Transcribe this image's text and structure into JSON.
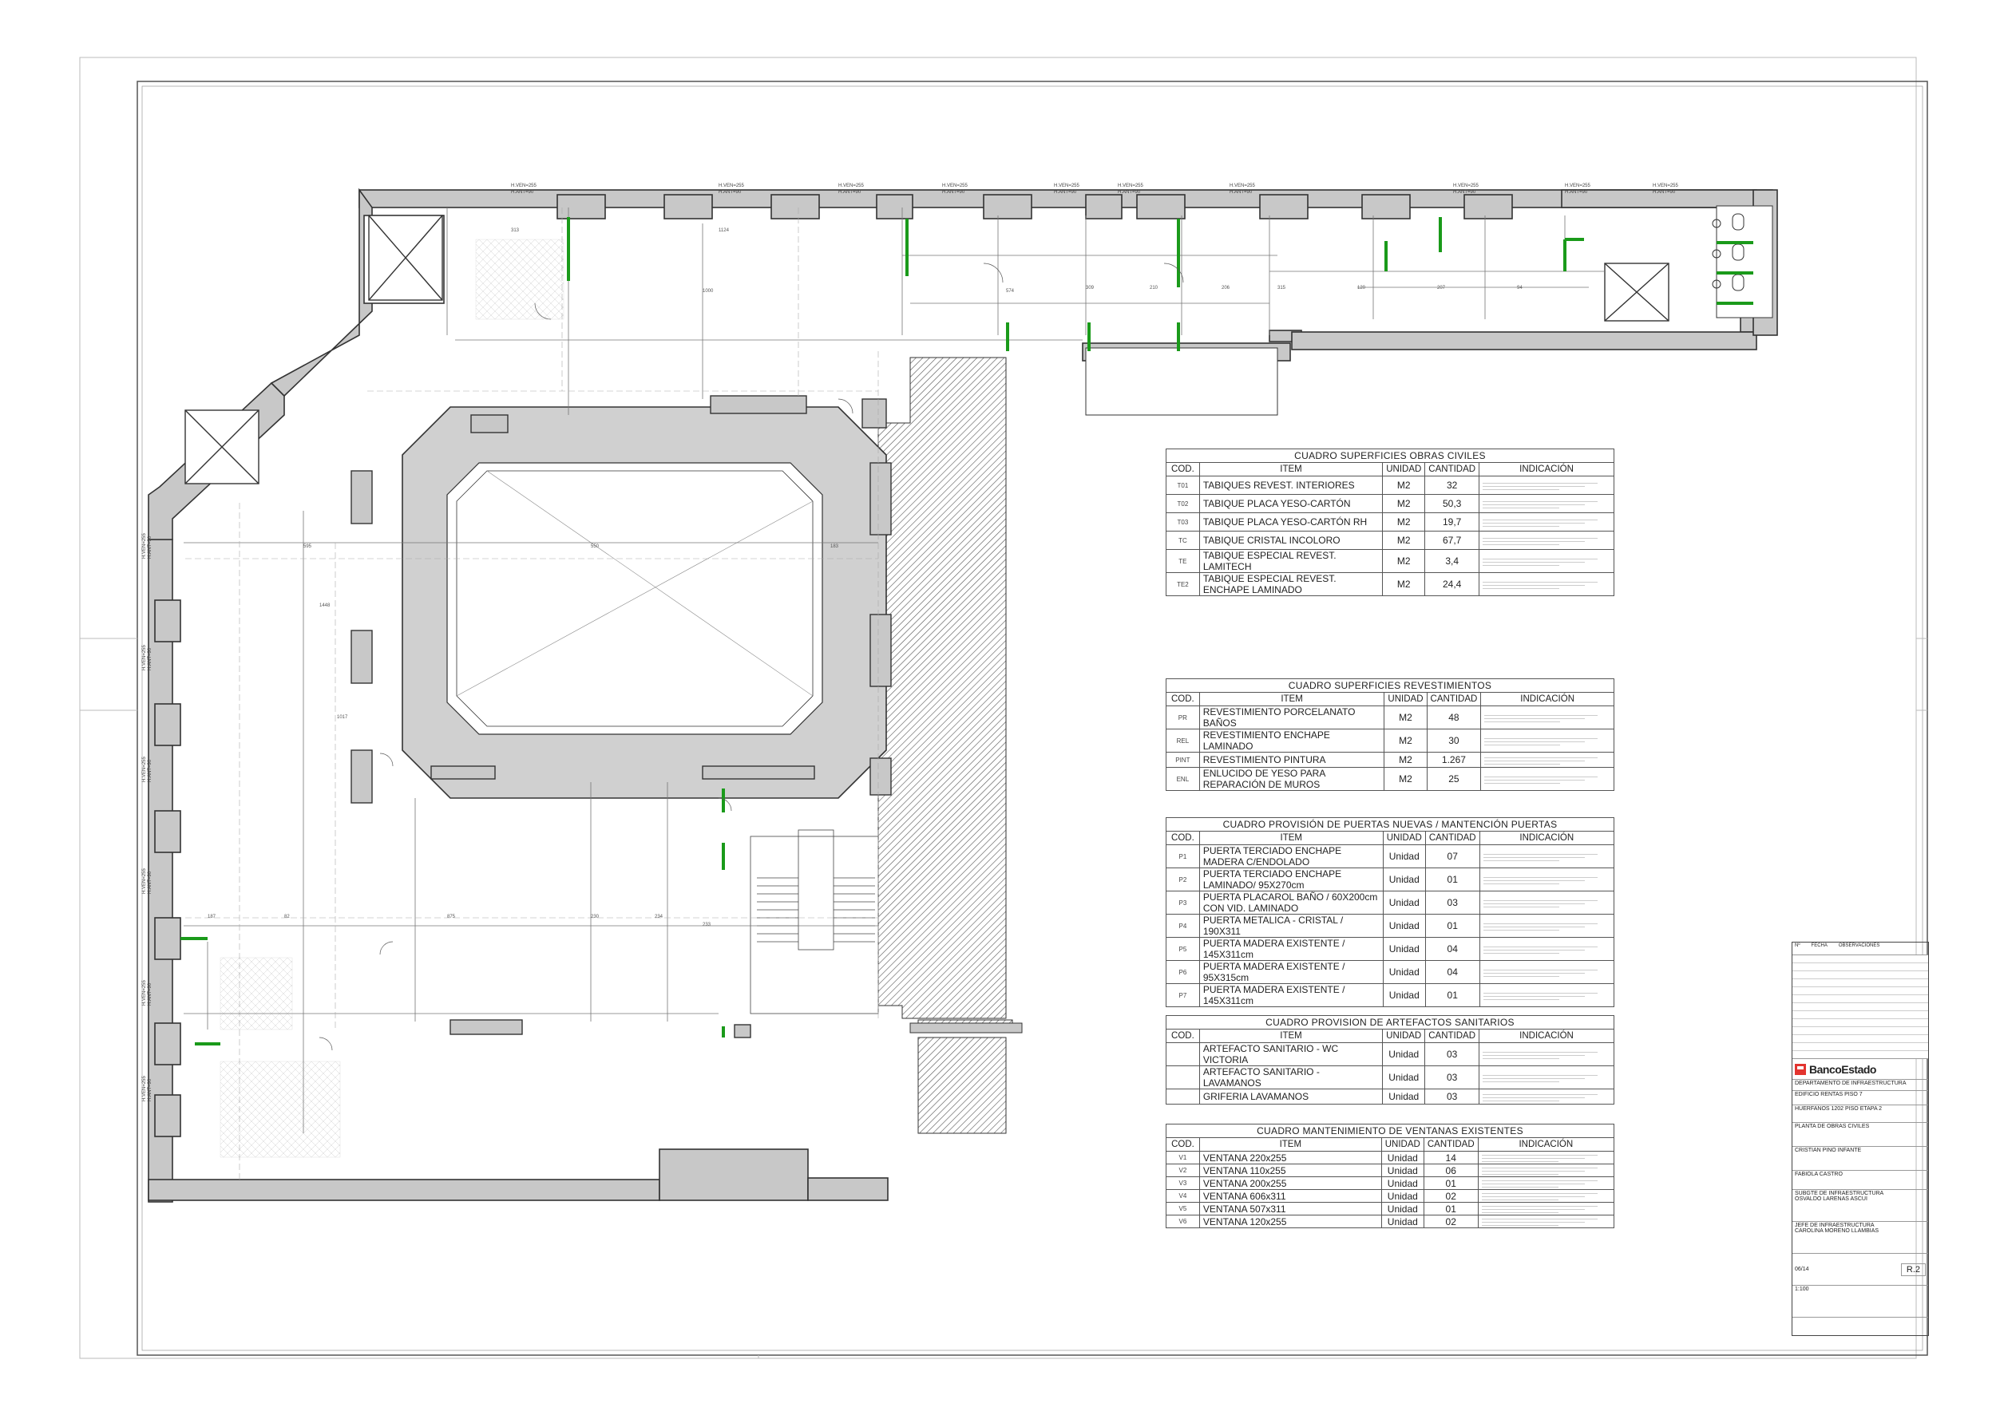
{
  "drawing": {
    "window_tags": [
      "H.VEN=255",
      "H.ANT=90"
    ],
    "dims": [
      "313",
      "1124",
      "1000",
      "574",
      "309",
      "210",
      "206",
      "315",
      "120",
      "207",
      "94",
      "595",
      "550",
      "183",
      "1448",
      "1017",
      "875",
      "230",
      "234",
      "233",
      "187",
      "82"
    ]
  },
  "tables": [
    {
      "title": "CUADRO SUPERFICIES OBRAS CIVILES",
      "headers": [
        "COD.",
        "ITEM",
        "UNIDAD",
        "CANTIDAD",
        "INDICACIÓN"
      ],
      "rows": [
        {
          "cod": "T01",
          "item": "TABIQUES REVEST. INTERIORES",
          "unidad": "M2",
          "cantidad": "32"
        },
        {
          "cod": "T02",
          "item": "TABIQUE PLACA YESO-CARTÓN",
          "unidad": "M2",
          "cantidad": "50,3"
        },
        {
          "cod": "T03",
          "item": "TABIQUE PLACA YESO-CARTÓN RH",
          "unidad": "M2",
          "cantidad": "19,7"
        },
        {
          "cod": "TC",
          "item": "TABIQUE CRISTAL INCOLORO",
          "unidad": "M2",
          "cantidad": "67,7"
        },
        {
          "cod": "TE",
          "item": "TABIQUE ESPECIAL REVEST. LAMITECH",
          "unidad": "M2",
          "cantidad": "3,4"
        },
        {
          "cod": "TE2",
          "item": "TABIQUE ESPECIAL REVEST. ENCHAPE LAMINADO",
          "unidad": "M2",
          "cantidad": "24,4"
        }
      ]
    },
    {
      "title": "CUADRO  SUPERFICIES REVESTIMIENTOS",
      "headers": [
        "COD.",
        "ITEM",
        "UNIDAD",
        "CANTIDAD",
        "INDICACIÓN"
      ],
      "rows": [
        {
          "cod": "PR",
          "item": "REVESTIMIENTO PORCELANATO  BAÑOS",
          "unidad": "M2",
          "cantidad": "48"
        },
        {
          "cod": "REL",
          "item": "REVESTIMIENTO ENCHAPE LAMINADO",
          "unidad": "M2",
          "cantidad": "30"
        },
        {
          "cod": "PINT",
          "item": "REVESTIMIENTO PINTURA",
          "unidad": "M2",
          "cantidad": "1.267"
        },
        {
          "cod": "ENL",
          "item": "ENLUCIDO DE YESO PARA REPARACIÓN DE MUROS",
          "unidad": "M2",
          "cantidad": "25"
        }
      ]
    },
    {
      "title": "CUADRO  PROVISIÓN DE PUERTAS NUEVAS / MANTENCIÓN PUERTAS",
      "headers": [
        "COD.",
        "ITEM",
        "UNIDAD",
        "CANTIDAD",
        "INDICACIÓN"
      ],
      "rows": [
        {
          "cod": "P1",
          "item": "PUERTA TERCIADO ENCHAPE MADERA C/ENDOLADO",
          "unidad": "Unidad",
          "cantidad": "07"
        },
        {
          "cod": "P2",
          "item": "PUERTA TERCIADO ENCHAPE LAMINADO/ 95X270cm",
          "unidad": "Unidad",
          "cantidad": "01"
        },
        {
          "cod": "P3",
          "item": "PUERTA PLACAROL BAÑO / 60X200cm CON VID. LAMINADO",
          "unidad": "Unidad",
          "cantidad": "03"
        },
        {
          "cod": "P4",
          "item": "PUERTA METALICA - CRISTAL / 190X311",
          "unidad": "Unidad",
          "cantidad": "01"
        },
        {
          "cod": "P5",
          "item": "PUERTA MADERA EXISTENTE / 145X311cm",
          "unidad": "Unidad",
          "cantidad": "04"
        },
        {
          "cod": "P6",
          "item": "PUERTA MADERA EXISTENTE / 95X315cm",
          "unidad": "Unidad",
          "cantidad": "04"
        },
        {
          "cod": "P7",
          "item": "PUERTA MADERA EXISTENTE / 145X311cm",
          "unidad": "Unidad",
          "cantidad": "01"
        }
      ]
    },
    {
      "title": "CUADRO  PROVISION DE ARTEFACTOS SANITARIOS",
      "headers": [
        "COD.",
        "ITEM",
        "UNIDAD",
        "CANTIDAD",
        "INDICACIÓN"
      ],
      "rows": [
        {
          "cod": "",
          "item": "ARTEFACTO SANITARIO - WC VICTORIA",
          "unidad": "Unidad",
          "cantidad": "03"
        },
        {
          "cod": "",
          "item": "ARTEFACTO SANITARIO - LAVAMANOS",
          "unidad": "Unidad",
          "cantidad": "03"
        },
        {
          "cod": "",
          "item": "GRIFERIA LAVAMANOS",
          "unidad": "Unidad",
          "cantidad": "03"
        }
      ]
    },
    {
      "title": "CUADRO  MANTENIMIENTO  DE VENTANAS EXISTENTES",
      "headers": [
        "COD.",
        "ITEM",
        "UNIDAD",
        "CANTIDAD",
        "INDICACIÓN"
      ],
      "rows": [
        {
          "cod": "V1",
          "item": "VENTANA 220x255",
          "unidad": "Unidad",
          "cantidad": "14"
        },
        {
          "cod": "V2",
          "item": "VENTANA 110x255",
          "unidad": "Unidad",
          "cantidad": "06"
        },
        {
          "cod": "V3",
          "item": "VENTANA 200x255",
          "unidad": "Unidad",
          "cantidad": "01"
        },
        {
          "cod": "V4",
          "item": "VENTANA 606x311",
          "unidad": "Unidad",
          "cantidad": "02"
        },
        {
          "cod": "V5",
          "item": "VENTANA 507x311",
          "unidad": "Unidad",
          "cantidad": "01"
        },
        {
          "cod": "V6",
          "item": "VENTANA 120x255",
          "unidad": "Unidad",
          "cantidad": "02"
        }
      ]
    }
  ],
  "title_block": {
    "rev_headers": [
      "Nº",
      "FECHA",
      "OBSERVACIONES"
    ],
    "brand": "BancoEstado",
    "department": "DEPARTAMENTO DE INFRAESTRUCTURA",
    "building": "EDIFICIO RENTAS PISO 7",
    "project": "HUERFANOS 1202 PISO ETAPA 2",
    "sheet_title": "PLANTA DE OBRAS CIVILES",
    "architect": "CRISTIAN PINO INFANTE",
    "drafter": "FABIOLA CASTRO",
    "manager_1": "SUBGTE DE INFRAESTRUCTURA",
    "manager_1_name": "OSVALDO LARENAS ASCUI",
    "manager_2": "JEFE DE INFRAESTRUCTURA",
    "manager_2_name": "CAROLINA MORENO LLAMBIAS",
    "sheet_no": "06/14",
    "revision": "R.2",
    "scale": "1:100"
  },
  "colors": {
    "wall": "#c8c8c8",
    "wall_line": "#333333",
    "new_wall": "#1a9a1a",
    "grid": "#9a9a9a",
    "dim": "#666666"
  }
}
